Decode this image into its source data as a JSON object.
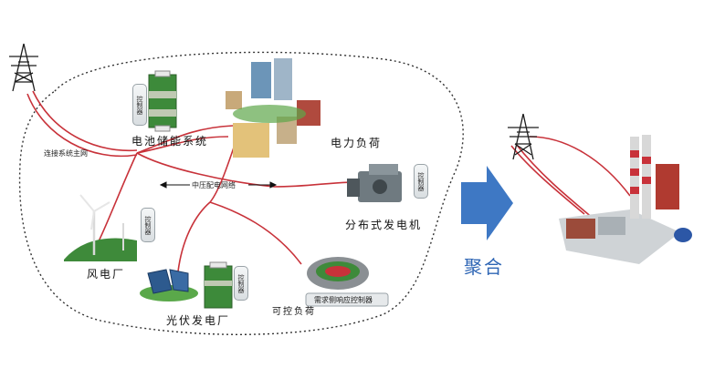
{
  "labels": {
    "battery_storage": "电池储能系统",
    "electric_load": "电力负荷",
    "distributed_generator": "分布式发电机",
    "wind_farm": "风电厂",
    "pv_plant": "光伏发电厂",
    "controllable_load": "可控负荷",
    "mv_network": "中压配电网络",
    "main_grid": "连接系统主网",
    "controller": "控制器",
    "demand_controller": "需求侧响应控制器",
    "aggregate": "聚合"
  },
  "colors": {
    "power_line": "#c8323a",
    "arrow": "#3e78c4",
    "boundary": "#333333",
    "tower": "#1c1c1c"
  }
}
